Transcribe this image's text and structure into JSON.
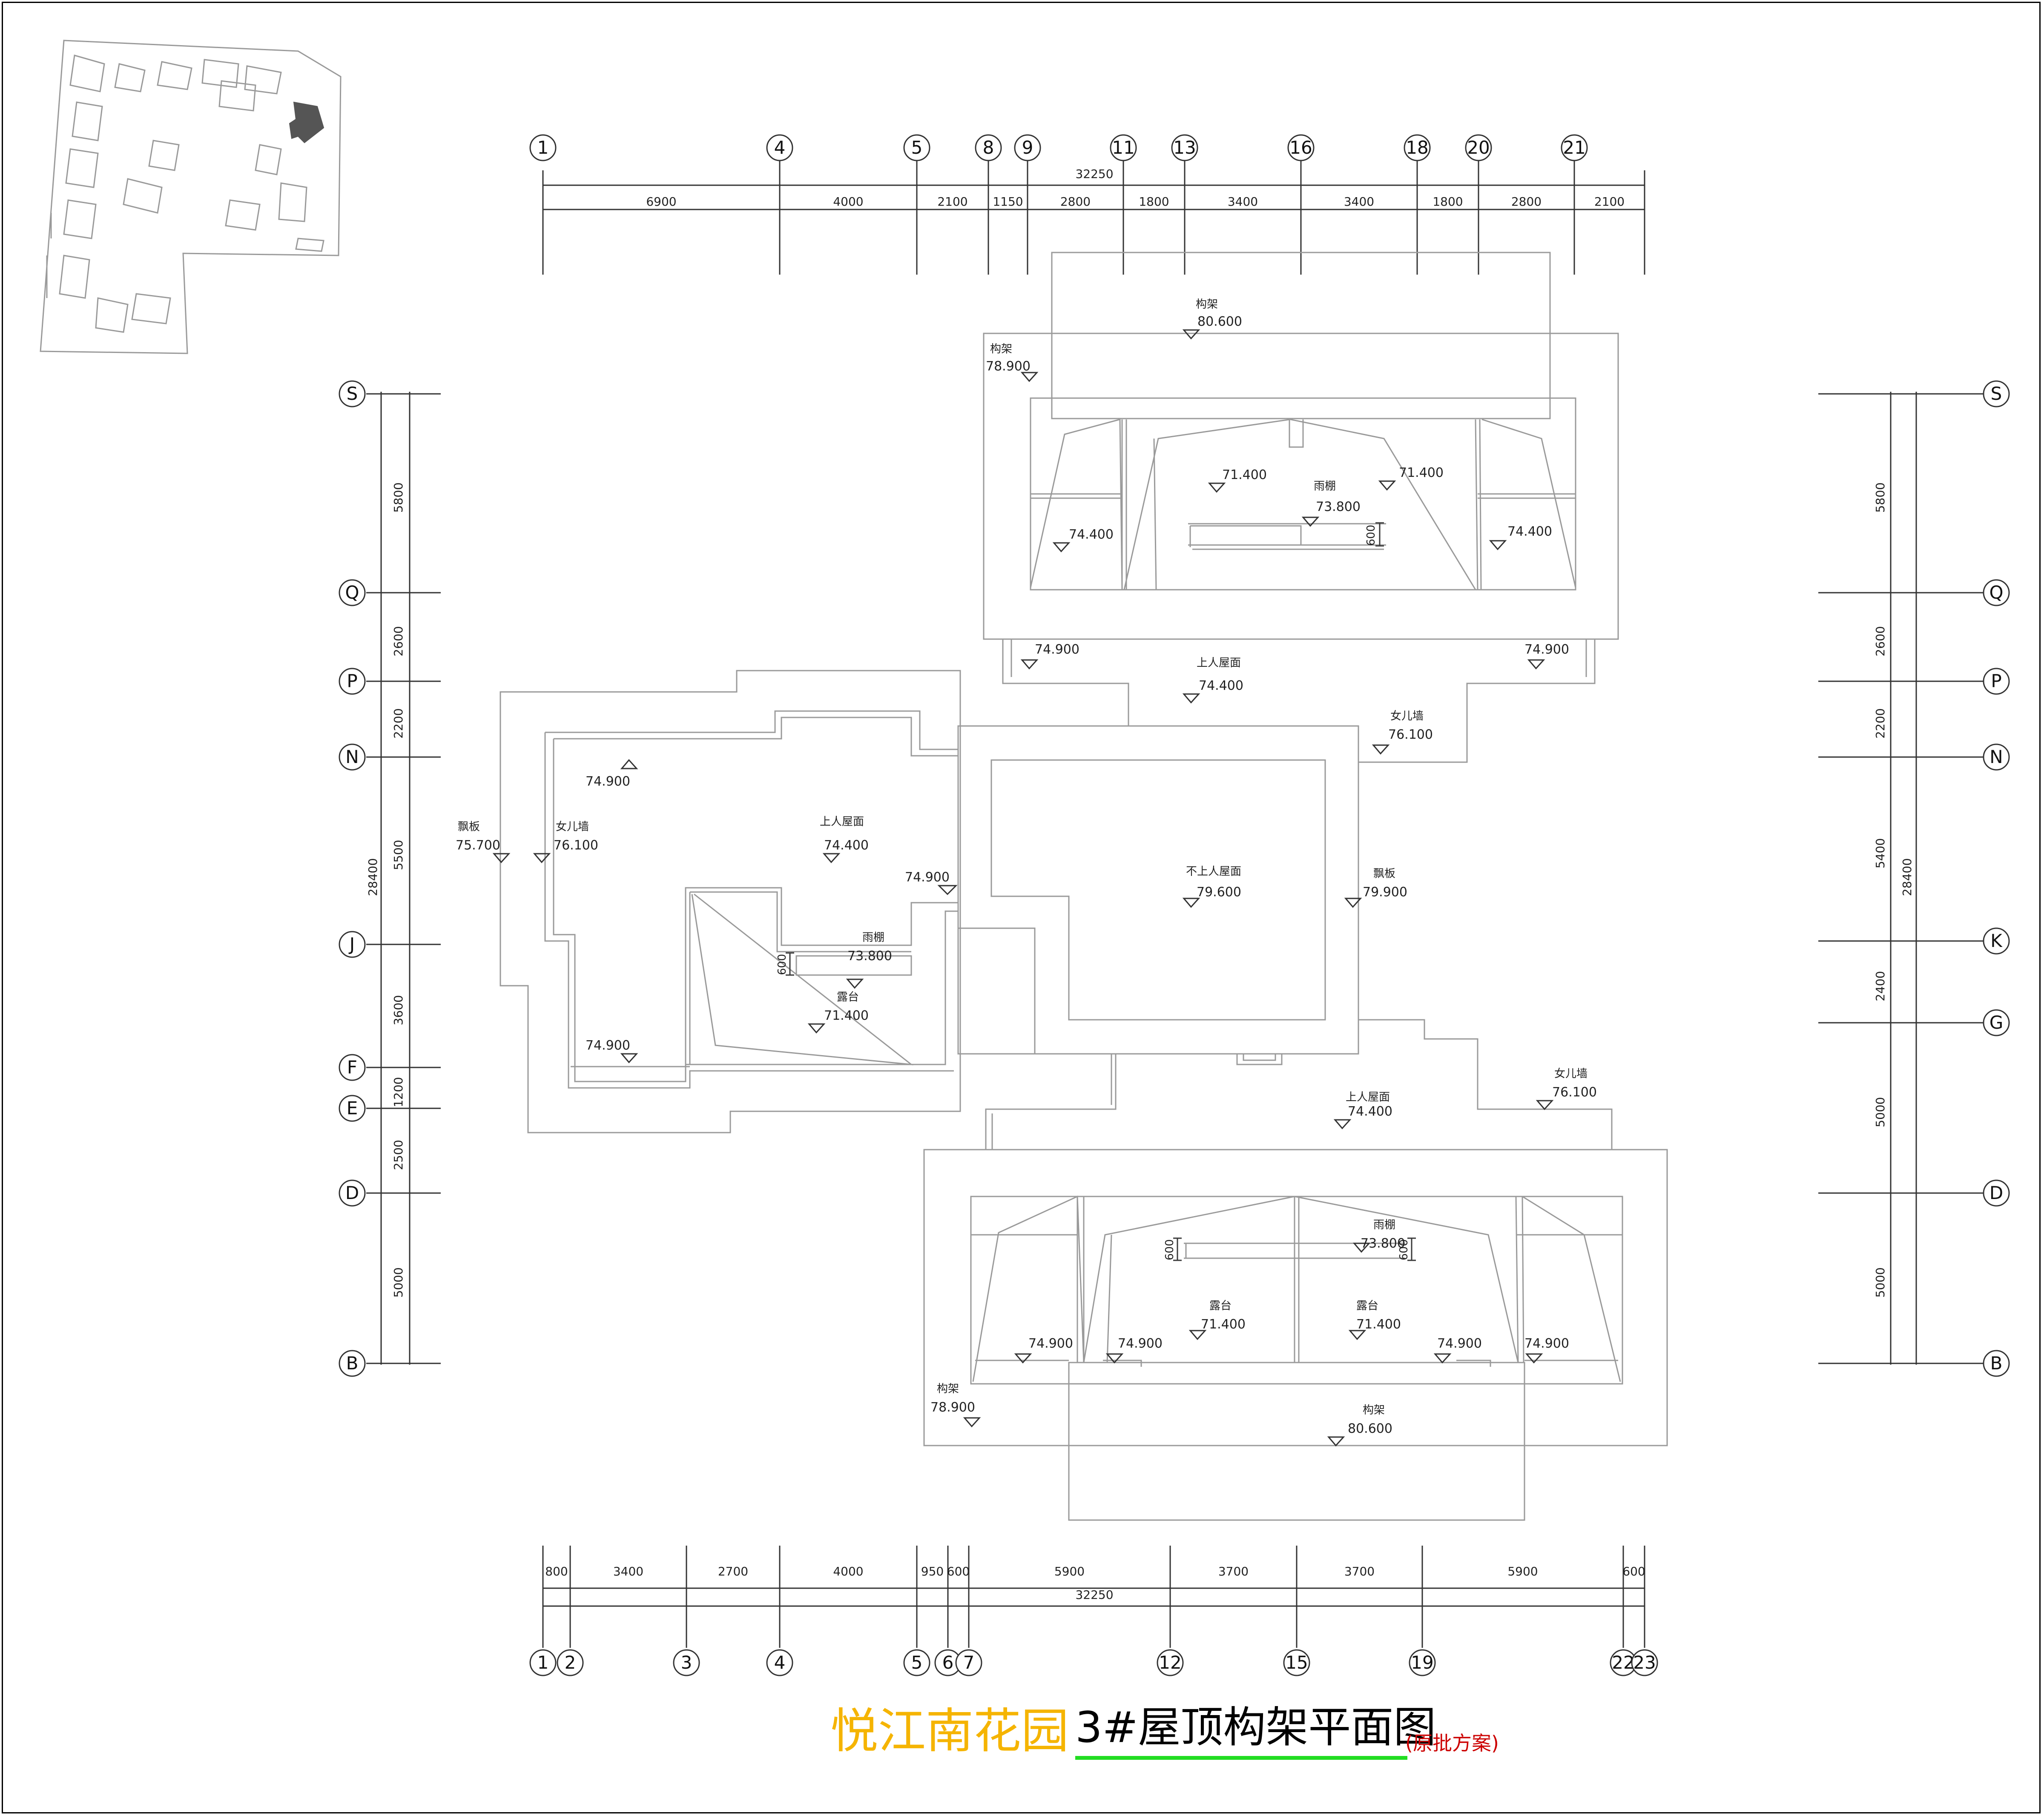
{
  "title": {
    "project": "悦江南花园",
    "drawing": "3#屋顶构架平面图",
    "note": "(原批方案)",
    "project_color": "#f5b400",
    "underline_color": "#22dd22",
    "note_color": "#cc0000"
  },
  "top_axes": [
    "1",
    "4",
    "5",
    "8",
    "9",
    "11",
    "13",
    "16",
    "18",
    "20",
    "21"
  ],
  "top_total": "32250",
  "top_dims": [
    "6900",
    "4000",
    "2100",
    "1150",
    "2800",
    "1800",
    "3400",
    "3400",
    "1800",
    "2800",
    "2100"
  ],
  "bottom_axes": [
    "1",
    "2",
    "3",
    "4",
    "5",
    "6",
    "7",
    "12",
    "15",
    "19",
    "22",
    "23"
  ],
  "bottom_total": "32250",
  "bottom_dims": [
    "800",
    "3400",
    "2700",
    "4000",
    "950",
    "600",
    "5900",
    "3700",
    "3700",
    "5900",
    "600"
  ],
  "left_axes": [
    "S",
    "Q",
    "P",
    "N",
    "J",
    "F",
    "E",
    "D",
    "B"
  ],
  "left_dims": [
    "5800",
    "2600",
    "2200",
    "5500",
    "3600",
    "1200",
    "2500",
    "5000"
  ],
  "left_total": "28400",
  "right_axes": [
    "S",
    "Q",
    "P",
    "N",
    "K",
    "G",
    "D",
    "B"
  ],
  "right_dims": [
    "5800",
    "2600",
    "2200",
    "5400",
    "2400",
    "5000",
    "5000"
  ],
  "right_total": "28400",
  "labels": {
    "gj_top": "构架",
    "gj_top_v": "80.600",
    "gj_tl": "构架",
    "gj_tl_v": "78.900",
    "t_714_a": "71.400",
    "t_yp": "雨棚",
    "t_yp_v": "73.800",
    "t_714_b": "71.400",
    "t_744_a": "74.400",
    "t_744_b": "74.400",
    "t_600": "600",
    "t_749_a": "74.900",
    "t_749_b": "74.900",
    "srwm1": "上人屋面",
    "srwm1_v": "74.400",
    "nrq1": "女儿墙",
    "nrq1_v": "76.100",
    "w_749": "74.900",
    "pb1": "飘板",
    "pb1_v": "75.700",
    "nrq2": "女儿墙",
    "nrq2_v": "76.100",
    "srwm2": "上人屋面",
    "srwm2_v": "74.400",
    "w_749b": "74.900",
    "w_yp": "雨棚",
    "w_yp_v": "73.800",
    "w_600": "600",
    "w_lt": "露台",
    "w_lt_v": "71.400",
    "w_749c": "74.900",
    "bsrwm": "不上人屋面",
    "bsrwm_v": "79.600",
    "pb2": "飘板",
    "pb2_v": "79.900",
    "srwm3": "上人屋面",
    "srwm3_v": "74.400",
    "nrq3": "女儿墙",
    "nrq3_v": "76.100",
    "b_yp": "雨棚",
    "b_yp_v": "73.800",
    "b_600a": "600",
    "b_600b": "600",
    "b_lt1": "露台",
    "b_lt1_v": "71.400",
    "b_lt2": "露台",
    "b_lt2_v": "71.400",
    "b_749a": "74.900",
    "b_749b": "74.900",
    "b_749c": "74.900",
    "b_749d": "74.900",
    "b_gj": "构架",
    "b_gj_v": "78.900",
    "b_gj2": "构架",
    "b_gj2_v": "80.600"
  }
}
